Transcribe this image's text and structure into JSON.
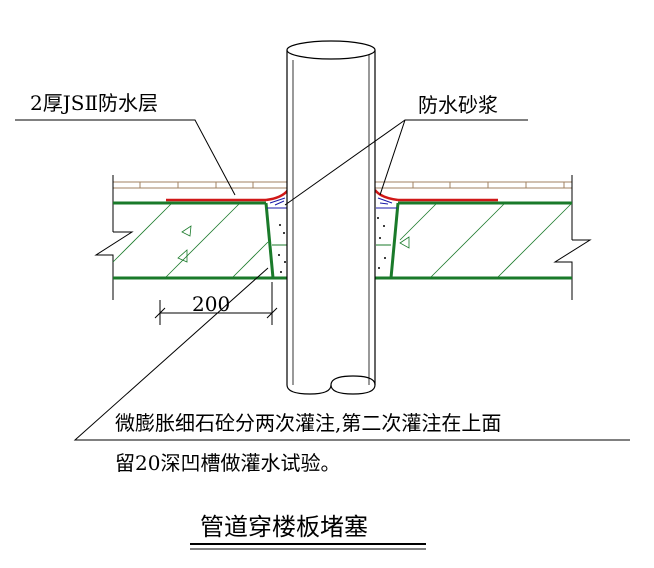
{
  "labels": {
    "waterproof_layer": "2厚JSⅡ防水层",
    "waterproof_mortar": "防水砂浆",
    "dimension": "200",
    "note_line1": "微膨胀细石砼分两次灌注,第二次灌注在上面",
    "note_line2": "留20深凹槽做灌水试验。",
    "title": "管道穿楼板堵塞"
  },
  "colors": {
    "slab_line": "#1a7a2a",
    "membrane": "#d01818",
    "mortar": "#1a1aa8",
    "finish": "#a08060"
  }
}
